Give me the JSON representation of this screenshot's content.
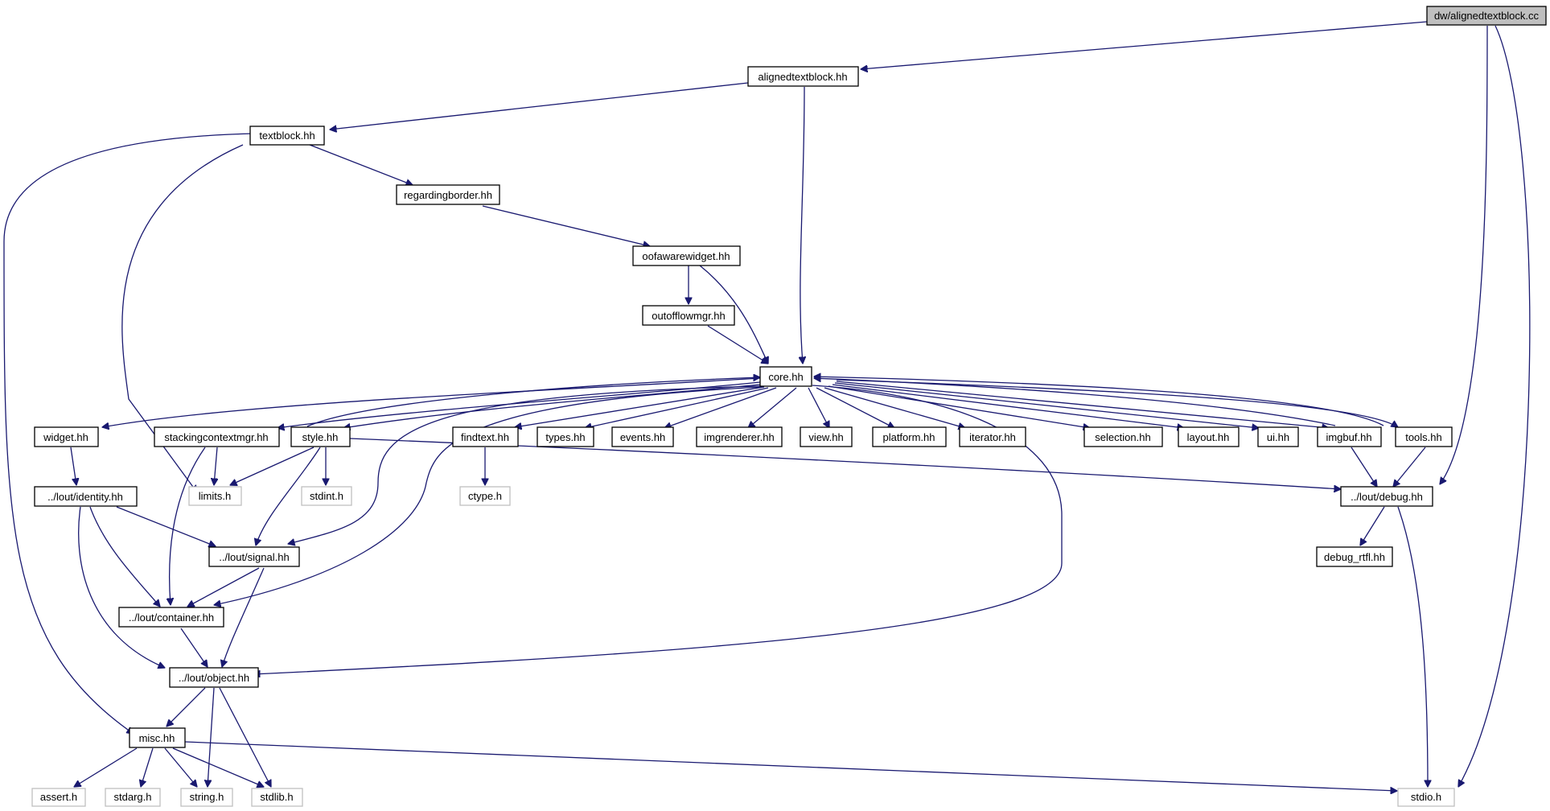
{
  "colors": {
    "edge": "#191970",
    "node_border": "#000000",
    "system_header_border": "#bfbfbf",
    "root_fill": "#bfbfbf"
  },
  "nodes": {
    "root": "dw/alignedtextblock.cc",
    "alignedtextblock": "alignedtextblock.hh",
    "textblock": "textblock.hh",
    "regardingborder": "regardingborder.hh",
    "oofawarewidget": "oofawarewidget.hh",
    "outofflowmgr": "outofflowmgr.hh",
    "core": "core.hh",
    "widget": "widget.hh",
    "stackingcontextmgr": "stackingcontextmgr.hh",
    "style": "style.hh",
    "findtext": "findtext.hh",
    "types": "types.hh",
    "events": "events.hh",
    "imgrenderer": "imgrenderer.hh",
    "view": "view.hh",
    "platform": "platform.hh",
    "iterator": "iterator.hh",
    "selection": "selection.hh",
    "layout": "layout.hh",
    "ui": "ui.hh",
    "imgbuf": "imgbuf.hh",
    "tools": "tools.hh",
    "identity": "../lout/identity.hh",
    "limits": "limits.h",
    "stdint": "stdint.h",
    "ctype": "ctype.h",
    "debug": "../lout/debug.hh",
    "signal": "../lout/signal.hh",
    "debug_rtfl": "debug_rtfl.hh",
    "container": "../lout/container.hh",
    "object": "../lout/object.hh",
    "misc": "misc.hh",
    "assert": "assert.h",
    "stdarg": "stdarg.h",
    "string": "string.h",
    "stdlib": "stdlib.h",
    "stdio": "stdio.h"
  }
}
